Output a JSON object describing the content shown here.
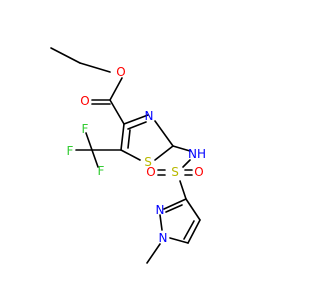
{
  "colors": {
    "carbon": "#000000",
    "oxygen": "#ff0000",
    "nitrogen": "#0000ff",
    "sulfur": "#b8b800",
    "fluorine": "#33cc33",
    "background": "#ffffff"
  },
  "atoms": {
    "o_ether": "O",
    "o_carbonyl": "O",
    "n_thiazole": "N",
    "s_thiazole": "S",
    "nh_linker": "NH",
    "s_sulfonyl": "S",
    "o_sulfonyl_left": "O",
    "o_sulfonyl_right": "O",
    "n_pyrazole_2": "N",
    "n_pyrazole_1": "N",
    "f_top": "F",
    "f_left": "F",
    "f_bottom": "F"
  }
}
